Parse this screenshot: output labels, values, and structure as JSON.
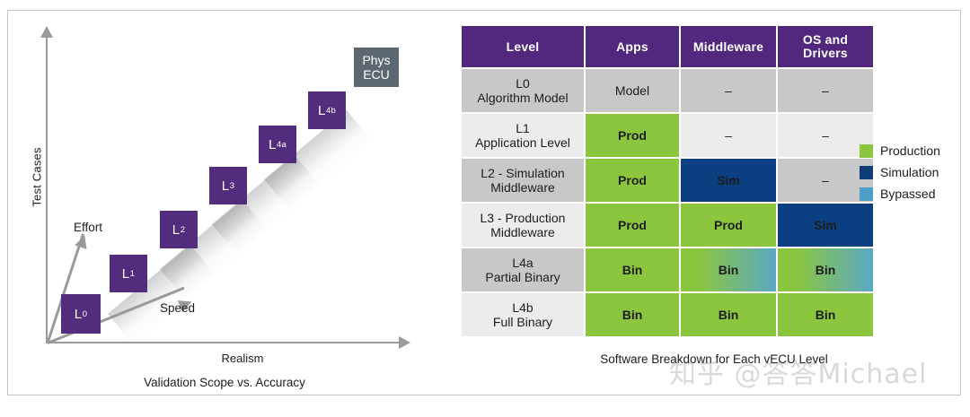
{
  "left_chart": {
    "y_axis_label": "Test Cases",
    "x_axis_label": "Realism",
    "vector_effort": "Effort",
    "vector_speed": "Speed",
    "caption": "Validation Scope vs. Accuracy",
    "levels": [
      {
        "label": "L",
        "sub": "0"
      },
      {
        "label": "L",
        "sub": "1"
      },
      {
        "label": "L",
        "sub": "2"
      },
      {
        "label": "L",
        "sub": "3"
      },
      {
        "label": "L",
        "sub": "4a"
      },
      {
        "label": "L",
        "sub": "4b"
      }
    ],
    "phys_ecu_line1": "Phys",
    "phys_ecu_line2": "ECU"
  },
  "table": {
    "headers": [
      "Level",
      "Apps",
      "Middleware",
      "OS and Drivers"
    ],
    "header_os_line1": "OS and",
    "header_os_line2": "Drivers",
    "rows": [
      {
        "level_line1": "L0",
        "level_line2": "Algorithm Model",
        "apps": "Model",
        "middleware": "–",
        "os": "–",
        "apps_state": "model",
        "middleware_state": "none",
        "os_state": "none"
      },
      {
        "level_line1": "L1",
        "level_line2": "Application Level",
        "apps": "Prod",
        "middleware": "–",
        "os": "–",
        "apps_state": "production",
        "middleware_state": "none",
        "os_state": "none"
      },
      {
        "level_line1": "L2 - Simulation",
        "level_line2": "Middleware",
        "apps": "Prod",
        "middleware": "Sim",
        "os": "–",
        "apps_state": "production",
        "middleware_state": "simulation",
        "os_state": "none"
      },
      {
        "level_line1": "L3 - Production",
        "level_line2": "Middleware",
        "apps": "Prod",
        "middleware": "Prod",
        "os": "Sim",
        "apps_state": "production",
        "middleware_state": "production",
        "os_state": "simulation"
      },
      {
        "level_line1": "L4a",
        "level_line2": "Partial Binary",
        "apps": "Bin",
        "middleware": "Bin",
        "os": "Bin",
        "apps_state": "production",
        "middleware_state": "bypassed",
        "os_state": "bypassed"
      },
      {
        "level_line1": "L4b",
        "level_line2": "Full Binary",
        "apps": "Bin",
        "middleware": "Bin",
        "os": "Bin",
        "apps_state": "production",
        "middleware_state": "production",
        "os_state": "production"
      }
    ],
    "caption": "Software Breakdown for Each vECU Level"
  },
  "legend": {
    "items": [
      {
        "label": "Production",
        "color": "#8cc63e"
      },
      {
        "label": "Simulation",
        "color": "#0d3c77"
      },
      {
        "label": "Bypassed",
        "color": "#4f9dc9"
      }
    ]
  },
  "watermark": {
    "text": "知乎 @答答Michael"
  },
  "colors": {
    "header_purple": "#51287e",
    "level_box_purple": "#522d7d",
    "phys_ecu_gray": "#5c6771",
    "production_green": "#8cc63e",
    "simulation_blue": "#0b3f81",
    "bypassed_blue": "#4f9dc9",
    "row_dark": "#c8c8c8",
    "row_light": "#ececec",
    "axis_gray": "#9a9a9a"
  }
}
